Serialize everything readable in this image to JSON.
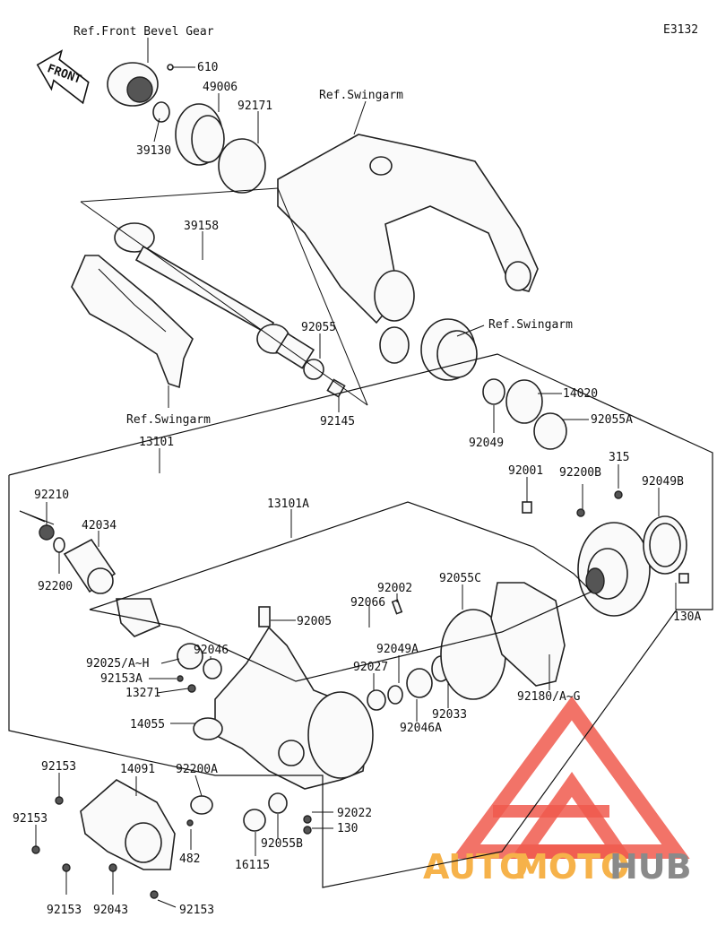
{
  "diagram_code": "E3132",
  "front_arrow_label": "FRONT",
  "colors": {
    "watermark_red": "#f05a4e",
    "watermark_orange": "#f6b24a",
    "watermark_grey": "#8a8a8a"
  },
  "watermark": {
    "part1": "AUTO",
    "part2": "MOTO",
    "part3": "HUB"
  },
  "labels": {
    "ref_front_bevel_gear": "Ref.Front Bevel Gear",
    "p610": "610",
    "p49006": "49006",
    "p92171": "92171",
    "p39130": "39130",
    "ref_swingarm_top": "Ref.Swingarm",
    "p39158": "39158",
    "p92055": "92055",
    "ref_swingarm_mid": "Ref.Swingarm",
    "ref_swingarm_left": "Ref.Swingarm",
    "p92145": "92145",
    "p14020": "14020",
    "p92055A": "92055A",
    "p92049": "92049",
    "p13101": "13101",
    "p315": "315",
    "p92001": "92001",
    "p92200B": "92200B",
    "p92049B": "92049B",
    "p92210": "92210",
    "p13101A": "13101A",
    "p42034": "42034",
    "p92200": "92200",
    "p92055C": "92055C",
    "p92002": "92002",
    "p92066": "92066",
    "p130A": "130A",
    "p92005": "92005",
    "p92046": "92046",
    "p92049A": "92049A",
    "p92025": "92025/A~H",
    "p92027": "92027",
    "p92153A": "92153A",
    "p13271": "13271",
    "p92180": "92180/A~G",
    "p92033": "92033",
    "p92046A": "92046A",
    "p14055": "14055",
    "p92153_a": "92153",
    "p14091": "14091",
    "p92200A": "92200A",
    "p92022": "92022",
    "p130": "130",
    "p92153_b": "92153",
    "p482": "482",
    "p92055B": "92055B",
    "p16115": "16115",
    "p92153_c": "92153",
    "p92043": "92043",
    "p92153_d": "92153"
  }
}
